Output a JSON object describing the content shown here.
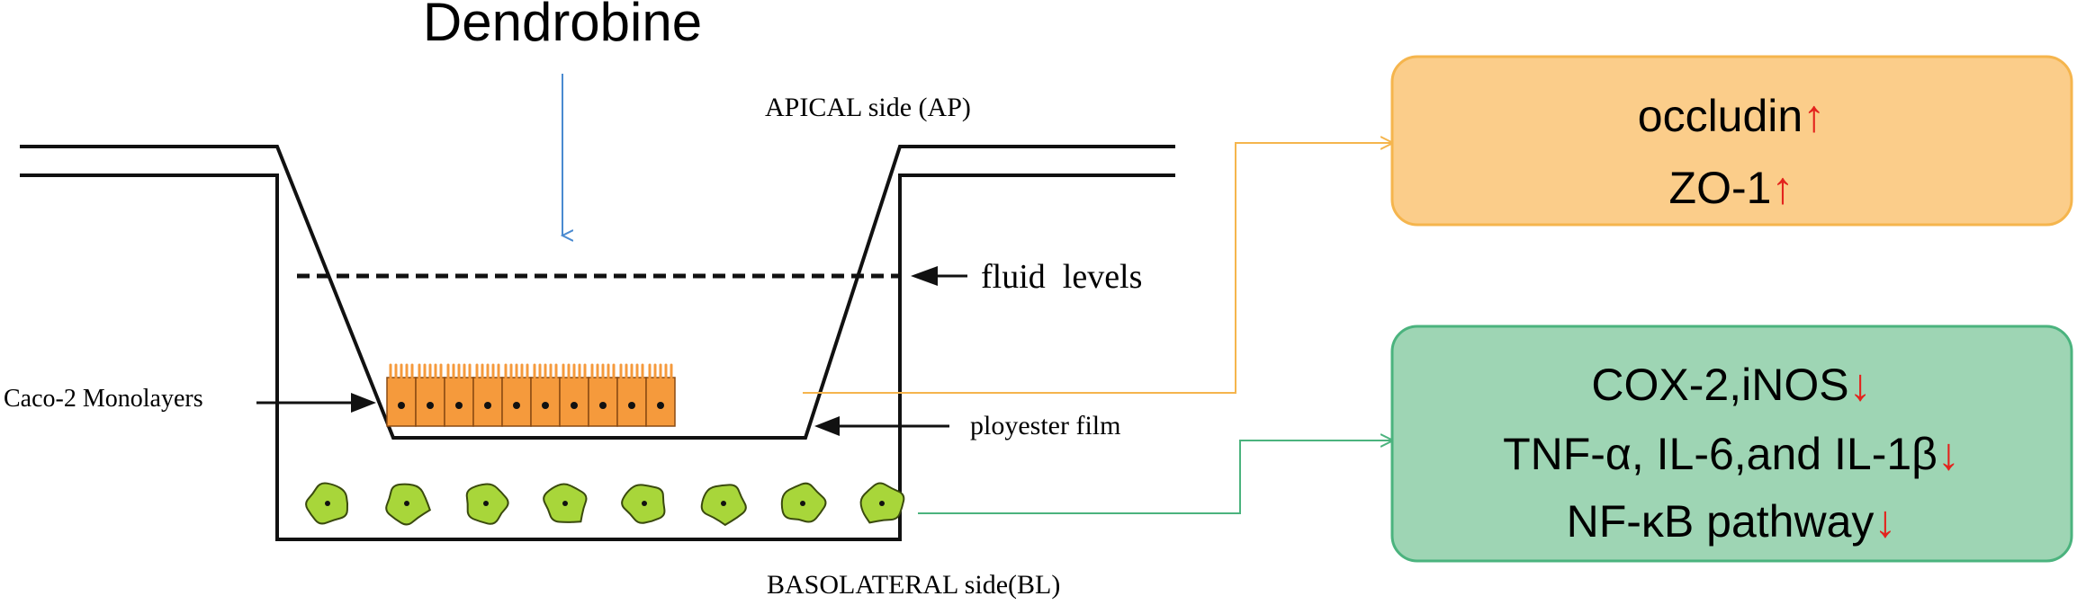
{
  "title": "Dendrobine",
  "labels": {
    "apical": "APICAL side (AP)",
    "fluid": "fluid  levels",
    "monolayer": "Caco-2 Monolayers",
    "film": "ployester film",
    "basolateral": "BASOLATERAL side(BL)"
  },
  "upper_box": {
    "lines": [
      {
        "text": "occludin",
        "arrow": "↑"
      },
      {
        "text": "ZO-1",
        "arrow": "↑"
      }
    ],
    "fill": "#fbcd8a",
    "stroke": "#f5b54d"
  },
  "lower_box": {
    "lines": [
      {
        "text": "COX-2,iNOS",
        "arrow": "↓"
      },
      {
        "text": "TNF-α, IL-6,and IL-1β",
        "arrow": "↓"
      },
      {
        "text": "NF-κB pathway",
        "arrow": "↓"
      }
    ],
    "fill": "#9ed5b4",
    "stroke": "#4bb37e"
  },
  "colors": {
    "cell": "#f59a3c",
    "cell_stroke": "#8a4a12",
    "green_cell": "#a8d63a",
    "green_cell_stroke": "#3a4a0e",
    "dendrobine_arrow": "#4a8ad0",
    "upper_connector": "#f5b54d",
    "lower_connector": "#4bb37e",
    "arrow_up_down": "#e3231d"
  }
}
